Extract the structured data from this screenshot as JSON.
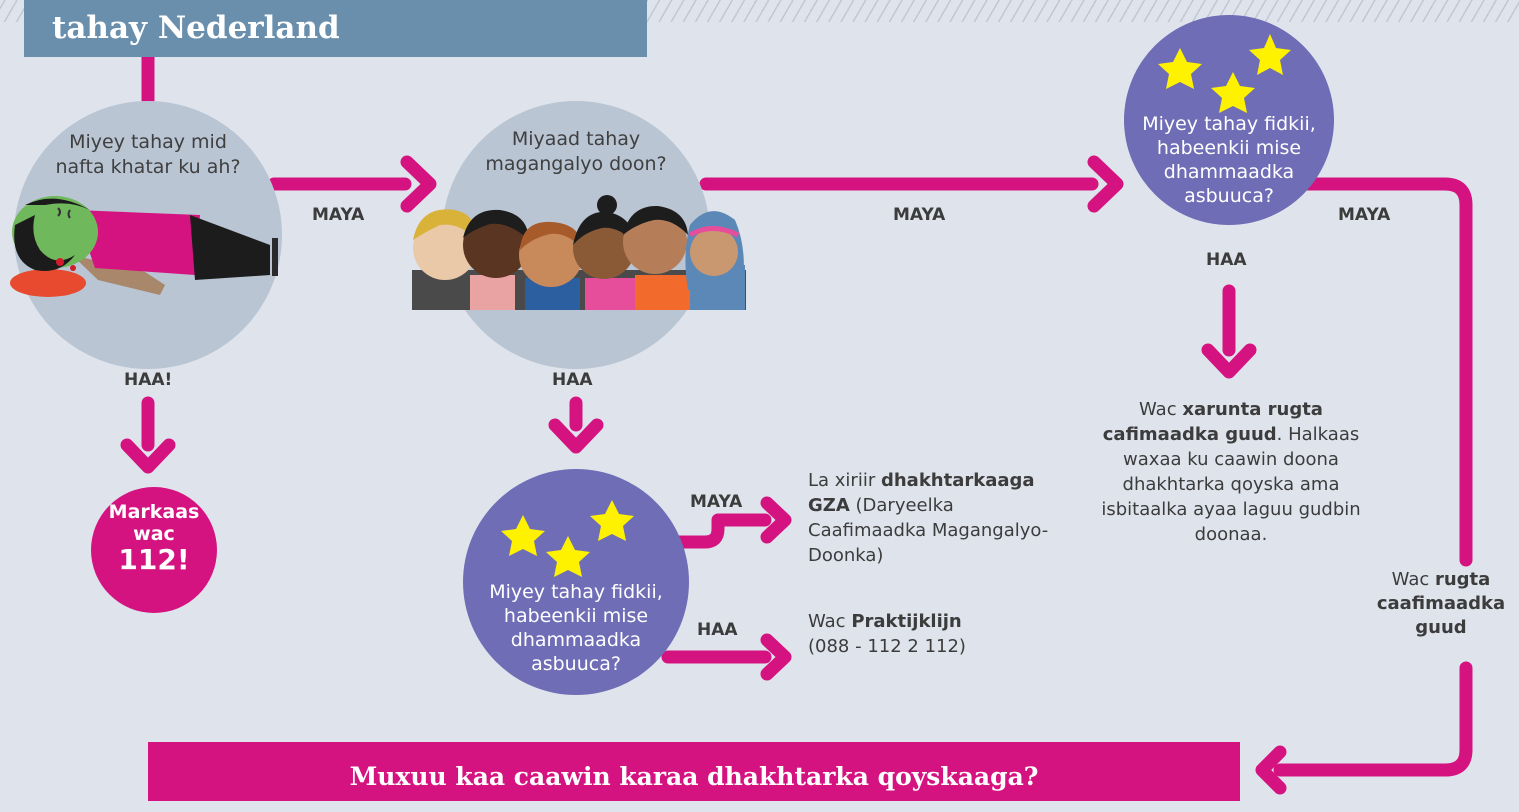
{
  "header": {
    "title": "tahay Nederland"
  },
  "nodes": {
    "danger_question": "Miyey tahay mid nafta khatar ku ah?",
    "mental_question": "Miyaad tahay magangalyo doon?",
    "wait_question_top": "Miyey tahay fidkii, habeenkii mise dhammaadka asbuuca?",
    "wait_question_bottom": "Miyey tahay fidkii, habeenkii mise dhammaadka asbuuca?"
  },
  "labels": {
    "maya_1": "MAYA",
    "maya_2": "MAYA",
    "maya_3": "MAYA",
    "maya_4": "MAYA",
    "haa_urgent": "HAA!",
    "haa_mental": "HAA",
    "haa_top": "HAA",
    "haa_bottom": "HAA"
  },
  "call_112": {
    "line1": "Markaas",
    "line2": "wac",
    "line3": "112!"
  },
  "gza_option": {
    "prefix": "La xiriir",
    "bold": "dhakhtarkaaga GZA",
    "suffix": "(Daryeelka Caafimaadka Magangalyo-Doonka)"
  },
  "praktijklijn_option": {
    "prefix": "Wac",
    "bold": "Praktijklijn",
    "phone": "(088 - 112 2 112)"
  },
  "center_option": {
    "prefix": "Wac",
    "bold": "xarunta rugta cafimaadka guud",
    "bold_end": ".",
    "body": "Halkaas waxaa ku caawin doona dhakhtarka qoyska ama isbitaalka ayaa laguu gudbin doonaa."
  },
  "rugta_option": {
    "prefix": "Wac",
    "bold": "rugta caafimaadka guud"
  },
  "footer": {
    "banner": "Muxuu kaa caawin karaa dhakhtarka qoyskaaga?"
  },
  "colors": {
    "background": "#dfe4ec",
    "banner": "#6a8fad",
    "arrow": "#d51380",
    "grey_circle": "#b9c5d3",
    "purple_circle": "#6f6db5",
    "star": "#fff200"
  }
}
